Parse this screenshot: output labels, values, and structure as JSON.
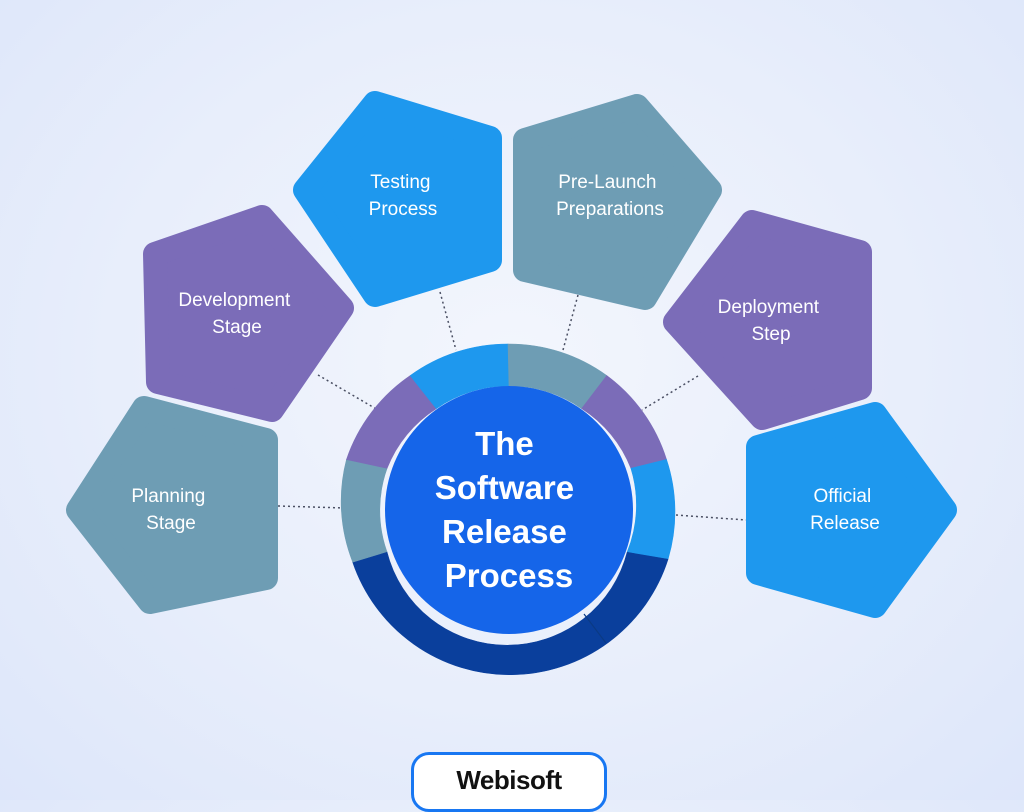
{
  "diagram": {
    "center_title": [
      "The",
      "Software",
      "Release",
      "Process"
    ],
    "stages": [
      {
        "id": "planning",
        "lines": [
          "Planning",
          "Stage"
        ]
      },
      {
        "id": "development",
        "lines": [
          "Development",
          "Stage"
        ]
      },
      {
        "id": "testing",
        "lines": [
          "Testing",
          "Process"
        ]
      },
      {
        "id": "pre-launch",
        "lines": [
          "Pre-Launch",
          "Preparations"
        ]
      },
      {
        "id": "deployment",
        "lines": [
          "Deployment",
          "Step"
        ]
      },
      {
        "id": "official-release",
        "lines": [
          "Official",
          "Release"
        ]
      }
    ]
  },
  "brand": {
    "logo_text": "Webisoft"
  },
  "colors": {
    "slate": "#6e9db4",
    "purple": "#7b6cb8",
    "sky": "#1e98ee",
    "navy": "#0a3f9c",
    "center": "#1565e9",
    "logo_border": "#1877f2"
  }
}
